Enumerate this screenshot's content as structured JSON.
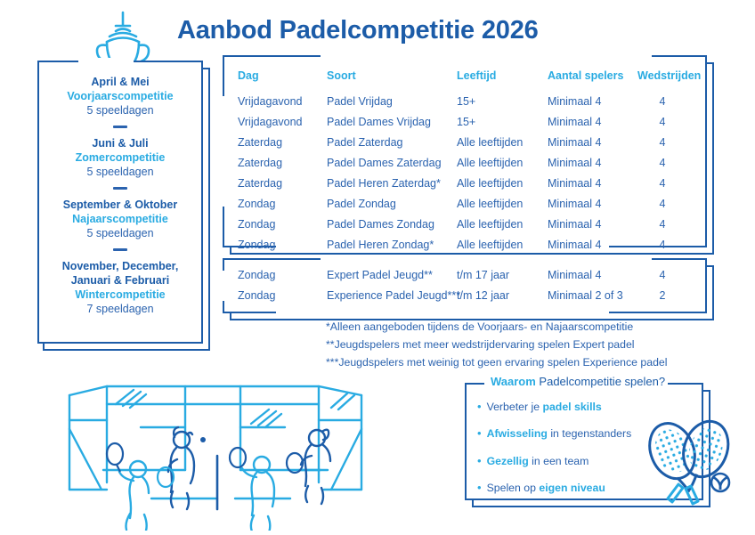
{
  "page": {
    "title": "Aanbod Padelcompetitie 2026",
    "accent_cyan": "#29ABE2",
    "accent_blue": "#2B63AF",
    "accent_dark": "#1C5CA8",
    "background": "#FFFFFF"
  },
  "trophy": {
    "icon": "trophy-icon"
  },
  "seasons": [
    {
      "months": "April & Mei",
      "name": "Voorjaarscompetitie",
      "days": "5 speeldagen"
    },
    {
      "months": "Juni & Juli",
      "name": "Zomercompetitie",
      "days": "5 speeldagen"
    },
    {
      "months": "September & Oktober",
      "name": "Najaarscompetitie",
      "days": "5 speeldagen"
    },
    {
      "months": "November, December,\nJanuari & Februari",
      "months_line1": "November, December,",
      "months_line2": "Januari & Februari",
      "name": "Wintercompetitie",
      "days": "7 speeldagen"
    }
  ],
  "table": {
    "headers": [
      "Dag",
      "Soort",
      "Leeftijd",
      "Aantal spelers",
      "Wedstrijden"
    ],
    "main_rows": [
      {
        "dag": "Vrijdagavond",
        "soort": "Padel Vrijdag",
        "leeftijd": "15+",
        "spelers": "Minimaal 4",
        "wedstrijden": "4"
      },
      {
        "dag": "Vrijdagavond",
        "soort": "Padel Dames Vrijdag",
        "leeftijd": "15+",
        "spelers": "Minimaal 4",
        "wedstrijden": "4"
      },
      {
        "dag": "Zaterdag",
        "soort": "Padel Zaterdag",
        "leeftijd": "Alle leeftijden",
        "spelers": "Minimaal 4",
        "wedstrijden": "4"
      },
      {
        "dag": "Zaterdag",
        "soort": "Padel Dames Zaterdag",
        "leeftijd": "Alle leeftijden",
        "spelers": "Minimaal 4",
        "wedstrijden": "4"
      },
      {
        "dag": "Zaterdag",
        "soort": "Padel Heren Zaterdag*",
        "leeftijd": "Alle leeftijden",
        "spelers": "Minimaal 4",
        "wedstrijden": "4"
      },
      {
        "dag": "Zondag",
        "soort": "Padel Zondag",
        "leeftijd": "Alle leeftijden",
        "spelers": "Minimaal 4",
        "wedstrijden": "4"
      },
      {
        "dag": "Zondag",
        "soort": "Padel Dames Zondag",
        "leeftijd": "Alle leeftijden",
        "spelers": "Minimaal 4",
        "wedstrijden": "4"
      },
      {
        "dag": "Zondag",
        "soort": "Padel Heren Zondag*",
        "leeftijd": "Alle leeftijden",
        "spelers": "Minimaal 4",
        "wedstrijden": "4"
      }
    ],
    "youth_rows": [
      {
        "dag": "Zondag",
        "soort": "Expert Padel Jeugd**",
        "leeftijd": "t/m 17 jaar",
        "spelers": "Minimaal 4",
        "wedstrijden": "4"
      },
      {
        "dag": "Zondag",
        "soort": "Experience Padel Jeugd***",
        "leeftijd": "t/m 12 jaar",
        "spelers": "Minimaal 2 of 3",
        "wedstrijden": "2"
      }
    ]
  },
  "footnotes": [
    "*Alleen aangeboden tijdens de Voorjaars- en Najaarscompetitie",
    "**Jeugdspelers met meer wedstrijdervaring spelen Expert padel",
    "***Jeugdspelers met weinig tot geen ervaring spelen Experience padel"
  ],
  "why": {
    "title_emphasis": "Waarom",
    "title_rest": " Padelcompetitie spelen?",
    "bullet": "•",
    "items": [
      {
        "pre": "Verbeter je ",
        "em": "padel skills",
        "post": ""
      },
      {
        "pre": "",
        "em": "Afwisseling",
        "post": " in tegenstanders"
      },
      {
        "pre": "",
        "em": "Gezellig",
        "post": " in een team"
      },
      {
        "pre": "Spelen op ",
        "em": "eigen niveau",
        "post": ""
      }
    ]
  },
  "illustrations": {
    "court": "padel-court-illustration",
    "rackets": "padel-rackets-illustration"
  }
}
